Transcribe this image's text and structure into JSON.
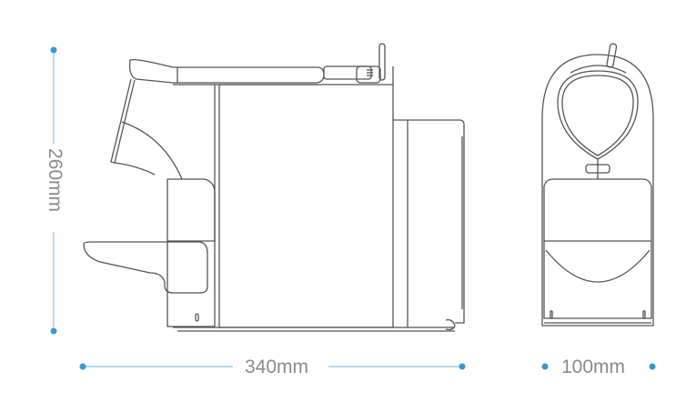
{
  "diagram": {
    "subject": "Capsule coffee machine dimension drawing",
    "views": [
      {
        "name": "side-view"
      },
      {
        "name": "front-view"
      }
    ],
    "dimensions": {
      "height": {
        "label": "260mm",
        "orientation": "vertical"
      },
      "length": {
        "label": "340mm",
        "orientation": "horizontal"
      },
      "width": {
        "label": "100mm",
        "orientation": "horizontal"
      }
    },
    "colors": {
      "dimension_line": "#8cc4e0",
      "dimension_dot": "#3a97d4",
      "outline": "#555555",
      "label_text": "#8a8a8a"
    }
  }
}
